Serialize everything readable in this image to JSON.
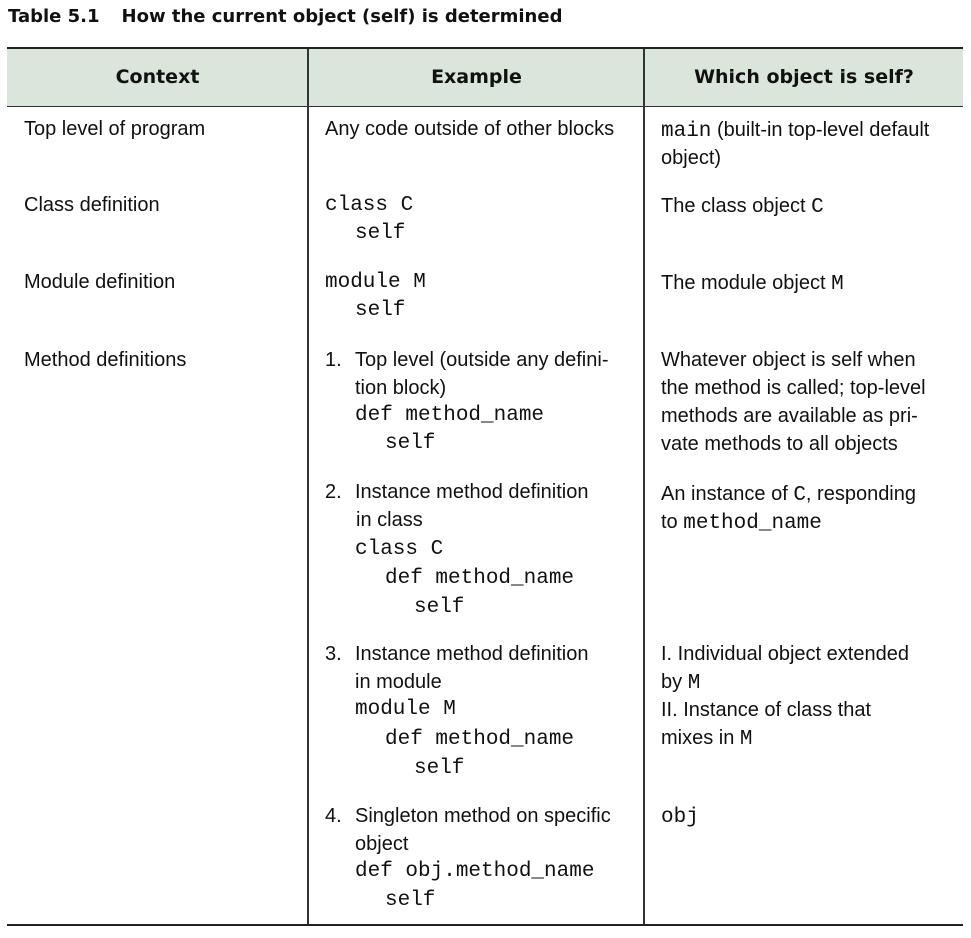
{
  "caption": {
    "number": "Table 5.1",
    "title": "How the current object (self) is determined"
  },
  "headers": {
    "context": "Context",
    "example": "Example",
    "self": "Which object is self?"
  },
  "rows": {
    "top": {
      "context": "Top level of program",
      "example": "Any code outside of other blocks",
      "self_code": "main",
      "self_text1": " (built-in top-level default",
      "self_text2": "object)"
    },
    "class": {
      "context": "Class definition",
      "code1": "class C",
      "code2": "self",
      "self_text": "The class object ",
      "self_code": "C"
    },
    "module": {
      "context": "Module definition",
      "code1": "module M",
      "code2": "self",
      "self_text": "The module object ",
      "self_code": "M"
    },
    "method": {
      "context": "Method definitions",
      "items": [
        {
          "num": "1.",
          "text": [
            "Top level (outside any defini-",
            "tion block)"
          ],
          "code": [
            "def method_name",
            "self"
          ],
          "self_lines": [
            "Whatever object is self when",
            "the method is called; top-level",
            "methods are available as pri-",
            "vate methods to all objects"
          ]
        },
        {
          "num": "2.",
          "text": [
            "Instance method definition",
            "in class"
          ],
          "code": [
            "class C",
            "def method_name",
            "self"
          ],
          "self_a": "An instance of ",
          "self_code_a": "C",
          "self_b": ", responding",
          "self_c": "to ",
          "self_code_c": "method_name"
        },
        {
          "num": "3.",
          "text": [
            "Instance method definition",
            "in module"
          ],
          "code": [
            "module M",
            "def method_name",
            "self"
          ],
          "self_a": "I. Individual object extended",
          "self_b": "by ",
          "self_code_b": "M",
          "self_c": "II. Instance of class that",
          "self_d": "mixes in ",
          "self_code_d": "M"
        },
        {
          "num": "4.",
          "text": [
            "Singleton method on specific",
            "object"
          ],
          "code": [
            "def obj.method_name",
            "self"
          ],
          "self_code": "obj"
        }
      ]
    }
  }
}
